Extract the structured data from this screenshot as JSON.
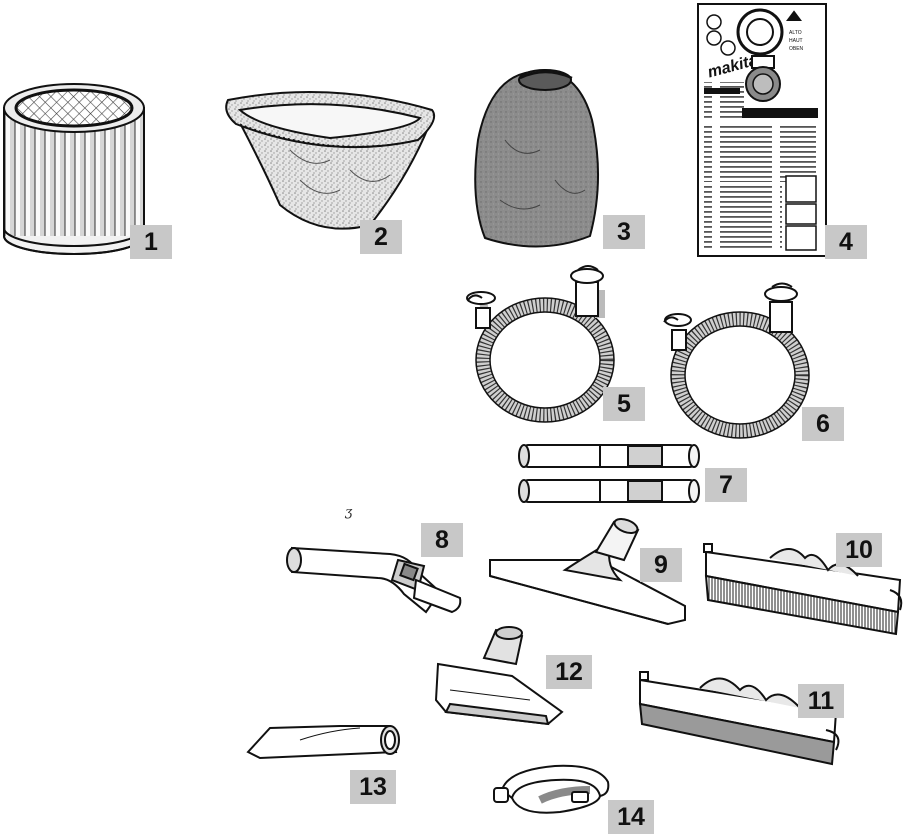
{
  "parts": [
    {
      "number": "1",
      "icon": "cartridge-filter-icon"
    },
    {
      "number": "2",
      "icon": "cloth-filter-bag-icon"
    },
    {
      "number": "3",
      "icon": "filter-cover-bag-icon"
    },
    {
      "number": "4",
      "icon": "paper-dust-bag-icon"
    },
    {
      "number": "5",
      "icon": "hose-icon"
    },
    {
      "number": "6",
      "icon": "hose-icon"
    },
    {
      "number": "7",
      "icon": "extension-wand-icon"
    },
    {
      "number": "8",
      "icon": "bent-pipe-icon"
    },
    {
      "number": "9",
      "icon": "floor-nozzle-icon"
    },
    {
      "number": "10",
      "icon": "brush-floor-nozzle-icon"
    },
    {
      "number": "11",
      "icon": "squeegee-floor-nozzle-icon"
    },
    {
      "number": "12",
      "icon": "upholstery-nozzle-icon"
    },
    {
      "number": "13",
      "icon": "crevice-nozzle-icon"
    },
    {
      "number": "14",
      "icon": "hose-clip-icon"
    }
  ],
  "dust_bag": {
    "brand": "makita"
  },
  "stray_mark": "ʒ",
  "colors": {
    "label_bg": "#c8c8c8",
    "label_text": "#111111",
    "fabric": "#8a8a8a",
    "filter_bag": "#d6d6d6"
  }
}
